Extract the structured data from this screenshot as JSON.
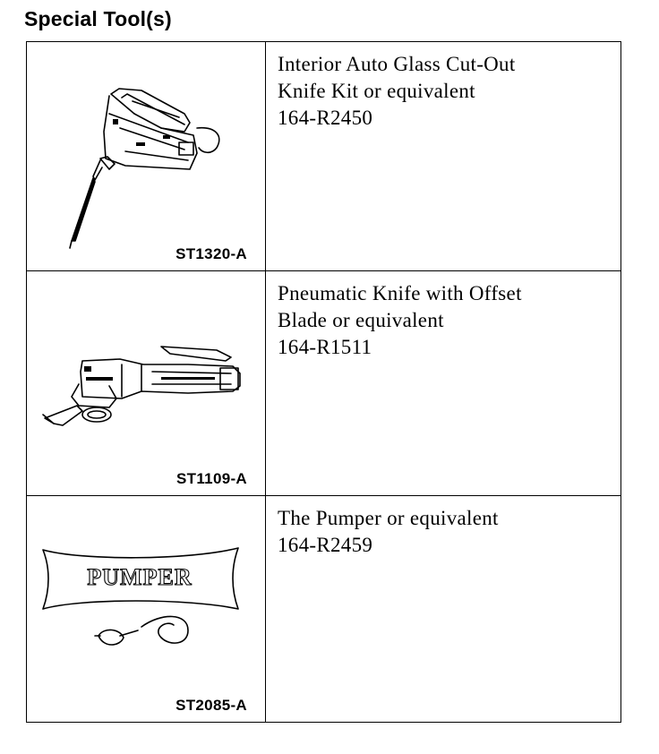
{
  "page_title": "Special Tool(s)",
  "tools": [
    {
      "figure_code": "ST1320-A",
      "illustration": "glass-cut-out-knife-icon",
      "lines": [
        "Interior Auto Glass Cut-Out",
        "Knife Kit or equivalent",
        "164-R2450"
      ]
    },
    {
      "figure_code": "ST1109-A",
      "illustration": "pneumatic-knife-icon",
      "lines": [
        "Pneumatic Knife with Offset",
        "Blade or equivalent",
        "164-R1511"
      ]
    },
    {
      "figure_code": "ST2085-A",
      "illustration": "pumper-bag-icon",
      "label": "PUMPER",
      "lines": [
        "The Pumper or equivalent",
        "164-R2459"
      ]
    }
  ]
}
